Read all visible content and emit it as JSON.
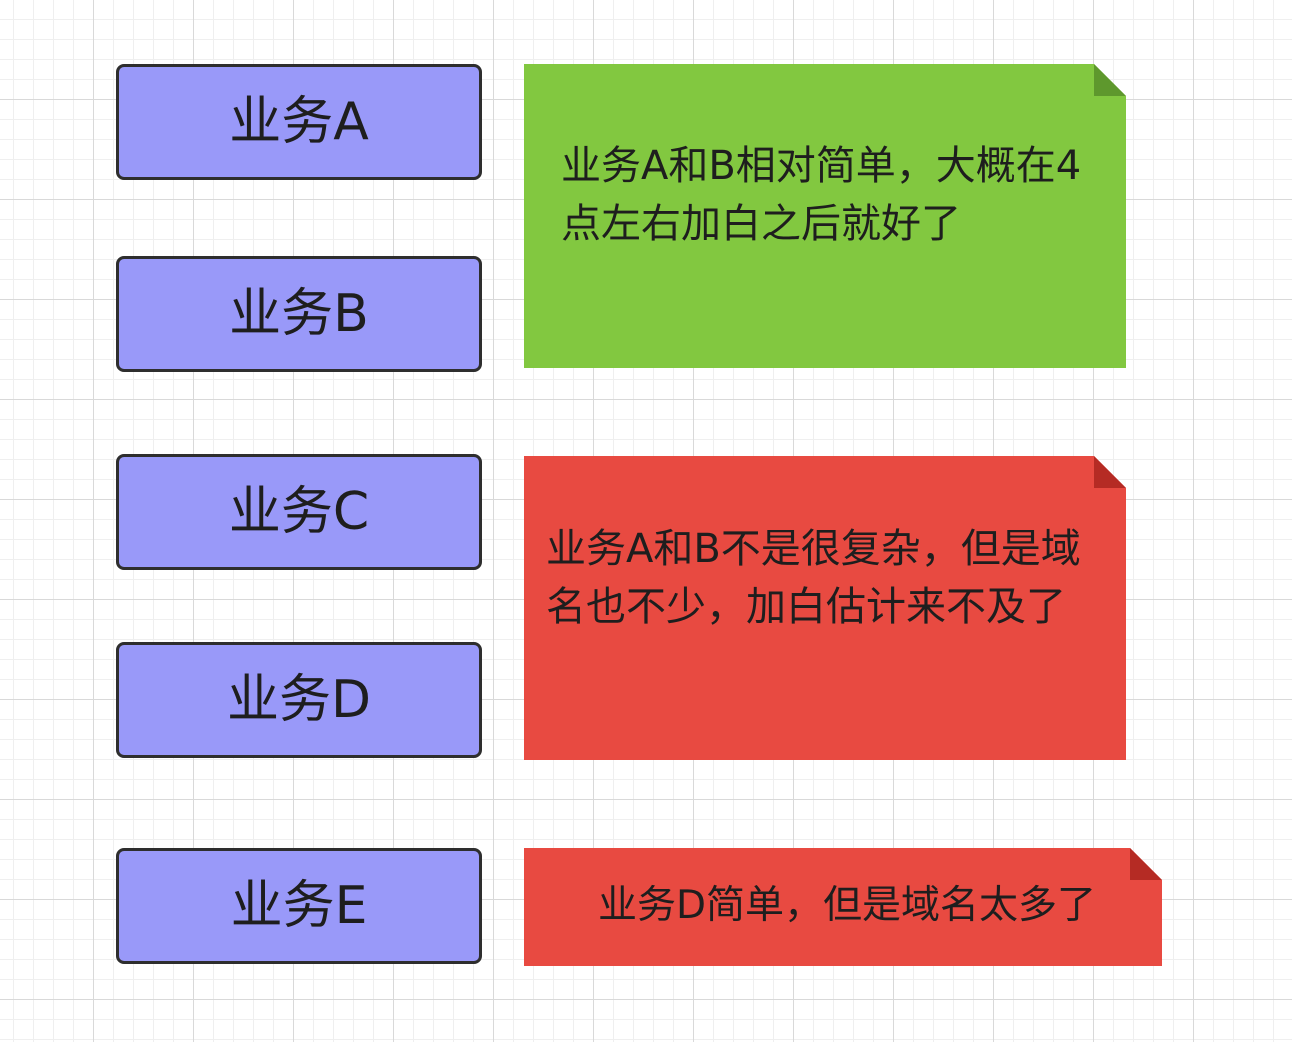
{
  "business_boxes": [
    {
      "label": "业务A"
    },
    {
      "label": "业务B"
    },
    {
      "label": "业务C"
    },
    {
      "label": "业务D"
    },
    {
      "label": "业务E"
    }
  ],
  "notes": [
    {
      "text": "业务A和B相对简单，大概在4点左右加白之后就好了",
      "fill": "#82c840",
      "fold": "#5e982d"
    },
    {
      "text": "业务A和B不是很复杂，但是域名也不少，加白估计来不及了",
      "fill": "#e84a41",
      "fold": "#b52b24"
    },
    {
      "text": "业务D简单，但是域名太多了",
      "fill": "#e84a41",
      "fold": "#b52b24"
    }
  ]
}
